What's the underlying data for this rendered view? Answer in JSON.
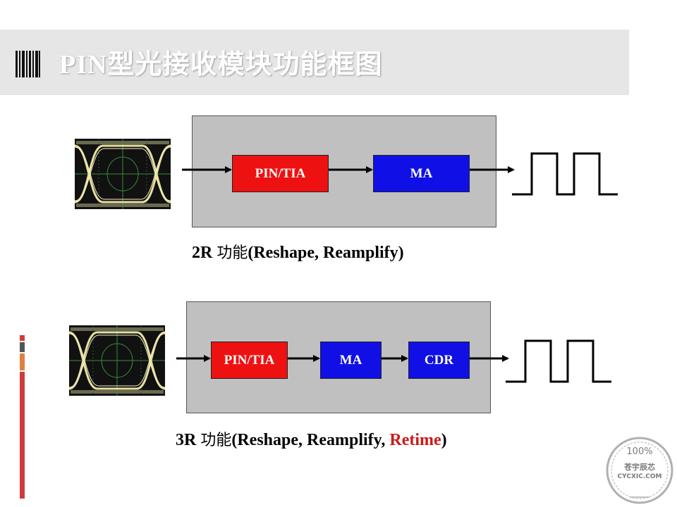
{
  "title": "PIN型光接收模块功能框图",
  "diagram_2r": {
    "blocks": [
      "PIN/TIA",
      "MA"
    ],
    "caption_prefix": "2R ",
    "caption_cn": "功能",
    "caption_rest": "(Reshape, Reamplify)"
  },
  "diagram_3r": {
    "blocks": [
      "PIN/TIA",
      "MA",
      "CDR"
    ],
    "caption_prefix": "3R ",
    "caption_cn": "功能",
    "caption_mid": "(Reshape, Reamplify, ",
    "caption_red": "Retime",
    "caption_end": ")"
  },
  "watermark": {
    "percent": "100%",
    "name": "苍宇辰芯",
    "site": "CYCXIC.COM"
  },
  "colors": {
    "block_red": "#ee1111",
    "block_blue": "#1010e6",
    "module_gray": "#c0c0c0",
    "accent_red": "#cc1a1a"
  }
}
